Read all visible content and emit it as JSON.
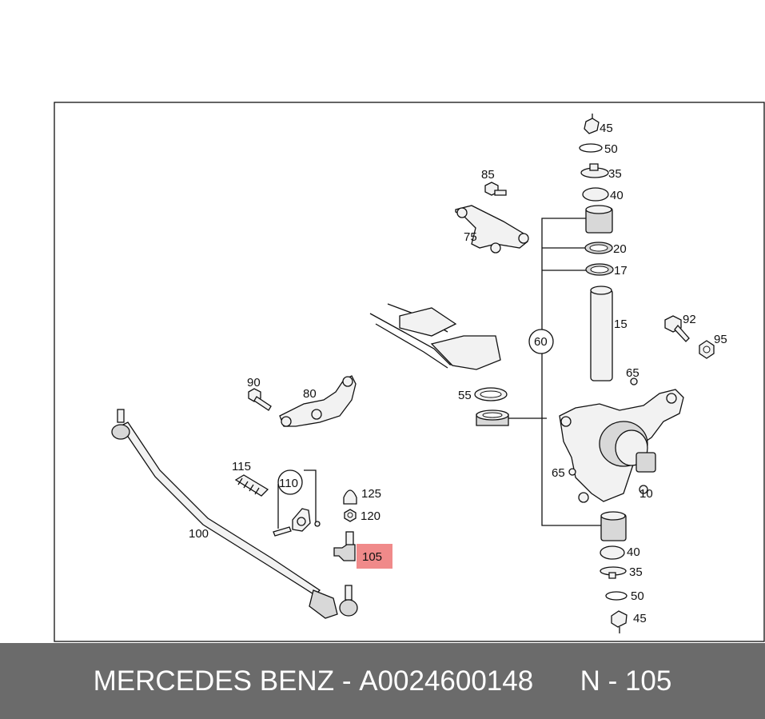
{
  "labels": {
    "p10": "10",
    "p15": "15",
    "p17": "17",
    "p20": "20",
    "p35_top": "35",
    "p40_top": "40",
    "p45_top": "45",
    "p50_top": "50",
    "p35_bot": "35",
    "p40_bot": "40",
    "p45_bot": "45",
    "p50_bot": "50",
    "p55": "55",
    "p60": "60",
    "p65_top": "65",
    "p65_bot": "65",
    "p75": "75",
    "p80": "80",
    "p85": "85",
    "p90": "90",
    "p92": "92",
    "p95": "95",
    "p100": "100",
    "p105": "105",
    "p110": "110",
    "p115": "115",
    "p120": "120",
    "p125": "125"
  },
  "highlight_color": "#f08a8a",
  "footer": {
    "brand": "MERCEDES BENZ",
    "separator": " - ",
    "part_number": "A0024600148",
    "ref": "N - 105"
  }
}
